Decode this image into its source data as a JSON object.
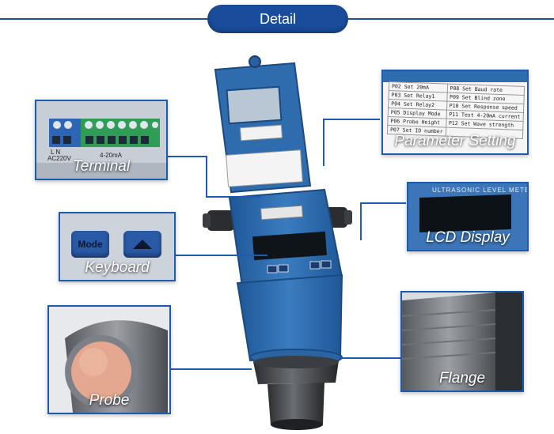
{
  "header": {
    "title": "Detail"
  },
  "callouts": {
    "terminal": "Terminal",
    "parameter": "Parameter Setting",
    "lcd": "LCD Display",
    "keyboard": "Keyboard",
    "probe": "Probe",
    "flange": "Flange"
  },
  "keyboard_keys": {
    "mode": "Mode"
  },
  "terminal_marks": {
    "power": "AC220V",
    "current": "4-20mA",
    "ln": "L  N"
  },
  "parameter_table": [
    [
      "P02 Set 20mA",
      "P08 Set Baud rate"
    ],
    [
      "P03 Set Relay1",
      "P09 Set Blind zone"
    ],
    [
      "P04 Set Relay2",
      "P10 Set Response speed"
    ],
    [
      "P05 Display Mode",
      "P11 Test 4-20mA current"
    ],
    [
      "P06 Probe Height",
      "P12 Set Wave strength"
    ],
    [
      "P07 Set ID number",
      ""
    ]
  ],
  "lcd_text": "ULTRASONIC LEVEL METER",
  "colors": {
    "accent": "#1a4c9c",
    "housing": "#2f6fb3",
    "probe_face": "#e4a78f"
  }
}
